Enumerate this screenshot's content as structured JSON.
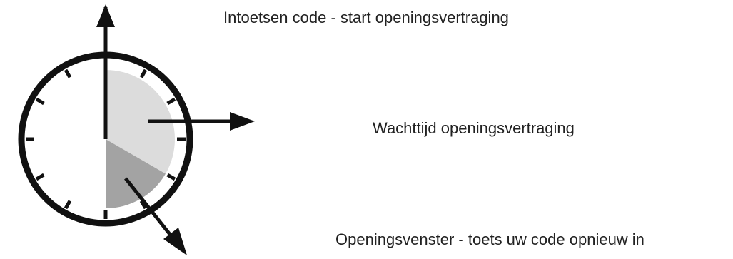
{
  "colors": {
    "outline": "#111111",
    "wait_period": "#dcdcdc",
    "opening_window": "#a3a3a3",
    "text": "#222222"
  },
  "clock": {
    "tick_count": 12,
    "wait_period_icon": "light-grey-sector-icon",
    "opening_window_icon": "dark-grey-sector-icon"
  },
  "labels": {
    "start": "Intoetsen code - start openingsvertraging",
    "wait": "Wachttijd openingsvertraging",
    "window": "Openingsvenster - toets uw code opnieuw in"
  }
}
